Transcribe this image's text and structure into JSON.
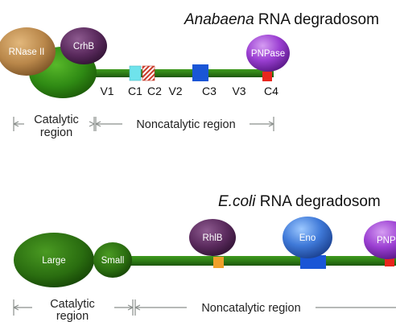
{
  "top": {
    "title_organism": "Anabaena",
    "title_rest": " RNA degradosom",
    "proteins": {
      "rnase2": "RNase II",
      "crhb": "CrhB",
      "pnpase": "PNPase"
    },
    "segments": [
      "V1",
      "C1",
      "C2",
      "V2",
      "C3",
      "V3",
      "C4"
    ],
    "catalytic_line1": "Catalytic",
    "catalytic_line2": "region",
    "noncatalytic": "Noncatalytic region"
  },
  "bottom": {
    "title_organism": "E.coli",
    "title_rest": " RNA degradosom",
    "proteins": {
      "large": "Large",
      "small": "Small",
      "rhlb": "RhlB",
      "eno": "Eno",
      "pnp": "PNP"
    },
    "catalytic_line1": "Catalytic",
    "catalytic_line2": "region",
    "noncatalytic": "Noncatalytic region"
  },
  "colors": {
    "backbone": "#2e7d16",
    "c1": "#6fe3ec",
    "c3": "#1a56d6",
    "c4": "#e8261d",
    "rhlb_site": "#f0a02a",
    "eno_site": "#1a56d6",
    "pnp_site": "#e8261d",
    "brackets": "#8a8f8c"
  }
}
